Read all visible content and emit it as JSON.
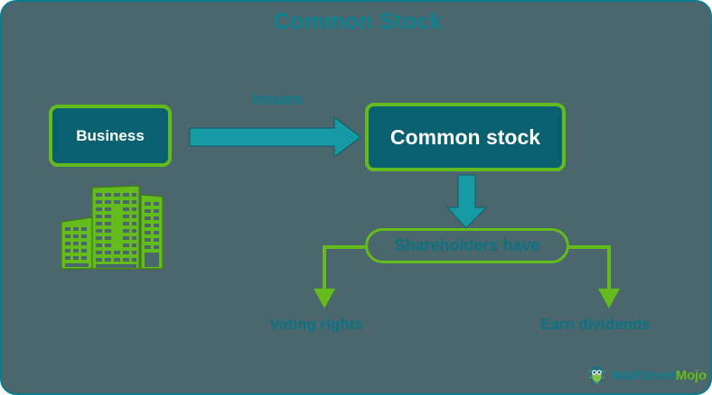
{
  "diagram": {
    "title": "Common Stock",
    "nodes": {
      "business": "Business",
      "common_stock": "Common stock",
      "shareholders": "Shareholders have"
    },
    "edges": {
      "issues": "Issues"
    },
    "leaves": {
      "voting": "Voting rights",
      "dividends": "Earn dividends"
    },
    "icons": {
      "building": "building-icon",
      "arrow_right": "arrow-right-icon",
      "arrow_down": "arrow-down-icon",
      "elbow_left": "elbow-arrow-left-icon",
      "elbow_right": "elbow-arrow-right-icon",
      "owl": "owl-mascot-icon"
    },
    "colors": {
      "background": "#4c666d",
      "border": "#0b7c8c",
      "teal_text": "#0a7384",
      "title_teal": "#0b8391",
      "box_fill": "#09616f",
      "green": "#63bb1c",
      "arrow_teal": "#169aa4",
      "white": "#ffffff"
    }
  },
  "logo": {
    "brand_primary": "WallStreet",
    "brand_secondary": "Mojo"
  }
}
